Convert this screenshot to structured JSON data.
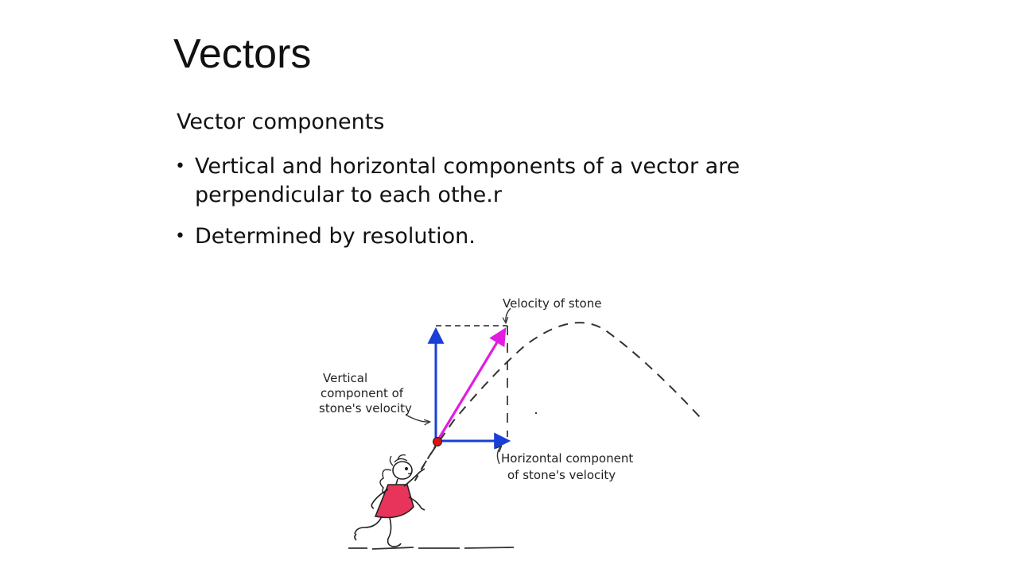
{
  "slide": {
    "title": "Vectors",
    "subtitle": "Vector components",
    "bullets": [
      {
        "line1": "Vertical and horizontal components of a vector are",
        "line2": "perpendicular to each othe.r"
      },
      {
        "line1": "Determined by resolution."
      }
    ]
  },
  "figure": {
    "labels": {
      "velocity": "Velocity of stone",
      "vertical_1": "Vertical",
      "vertical_2": "component of",
      "vertical_3": "stone's velocity",
      "horizontal_1": "Horizontal component",
      "horizontal_2": "of stone's velocity"
    },
    "colors": {
      "component_arrows": "#1a3fd6",
      "resultant_arrow": "#e01ee0",
      "launch_point": "#dd1111",
      "dress": "#e8345a",
      "trajectory": "#333333"
    }
  }
}
